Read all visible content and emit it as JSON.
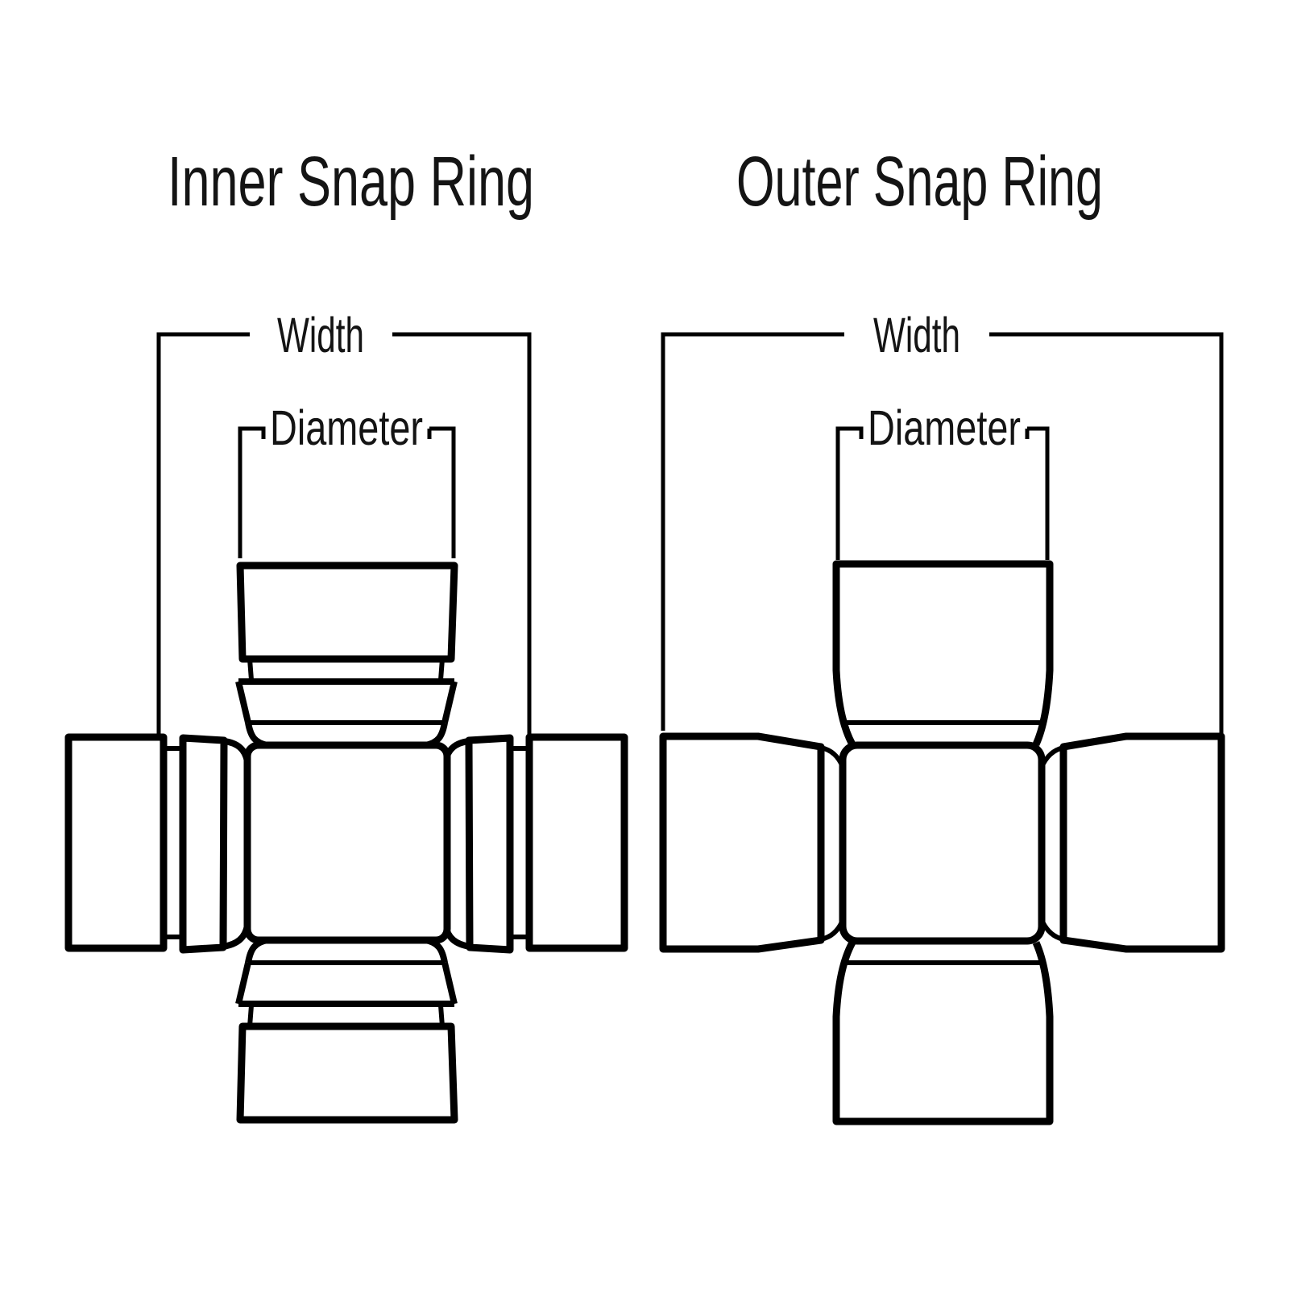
{
  "canvas": {
    "background_color": "#ffffff",
    "line_color": "#000000",
    "text_color": "#141414"
  },
  "diagrams": [
    {
      "title": "Inner Snap Ring",
      "width_label": "Width",
      "diameter_label": "Diameter"
    },
    {
      "title": "Outer Snap Ring",
      "width_label": "Width",
      "diameter_label": "Diameter"
    }
  ]
}
